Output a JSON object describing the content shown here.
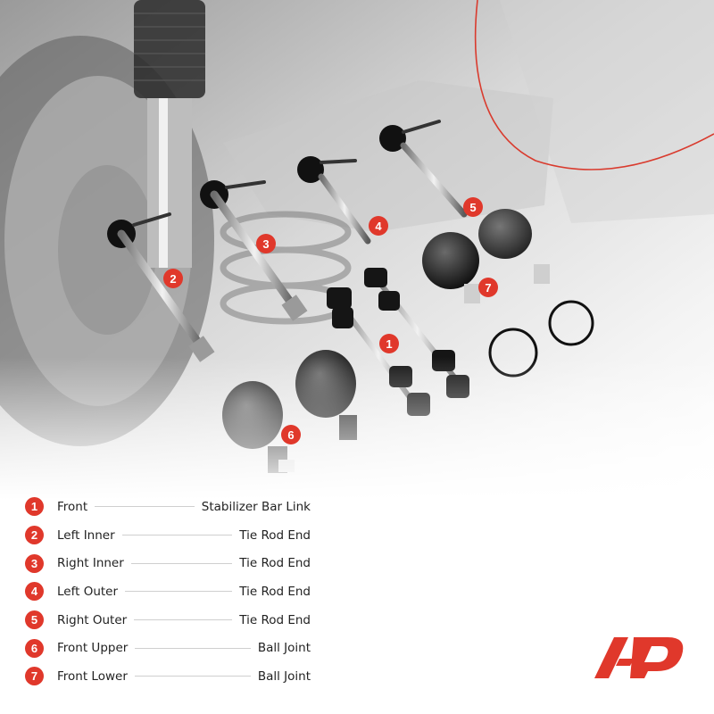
{
  "colors": {
    "brand_red": "#e0382b",
    "text": "#222222"
  },
  "photo": {
    "callouts": [
      "1",
      "2",
      "3",
      "4",
      "5",
      "6",
      "7"
    ]
  },
  "legend": [
    {
      "num": "1",
      "left": "Front",
      "right": "Stabilizer Bar Link"
    },
    {
      "num": "2",
      "left": "Left Inner",
      "right": "Tie Rod End"
    },
    {
      "num": "3",
      "left": "Right Inner",
      "right": "Tie Rod End"
    },
    {
      "num": "4",
      "left": "Left Outer",
      "right": "Tie Rod End"
    },
    {
      "num": "5",
      "left": "Right Outer",
      "right": "Tie Rod End"
    },
    {
      "num": "6",
      "left": "Front Upper",
      "right": "Ball Joint"
    },
    {
      "num": "7",
      "left": "Front Lower",
      "right": "Ball Joint"
    }
  ],
  "logo": {
    "icon": "a-premium-logo"
  }
}
